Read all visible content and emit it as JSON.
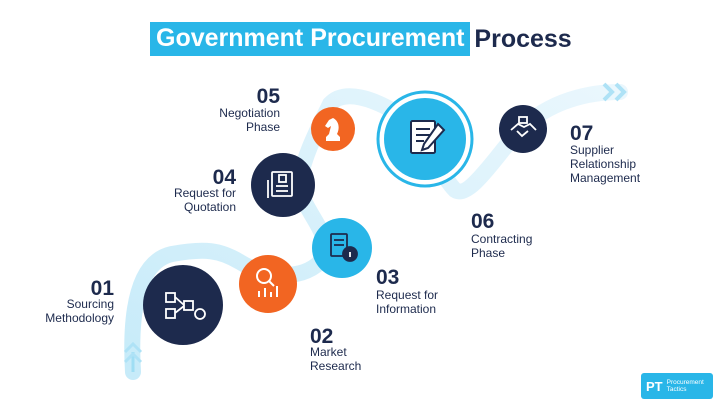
{
  "title": {
    "highlight": "Government Procurement",
    "rest": "Process"
  },
  "steps": [
    {
      "number": "01",
      "label": "Sourcing\nMethodology",
      "icon": "flowchart-icon",
      "color": "#1d2a4d"
    },
    {
      "number": "02",
      "label": "Market\nResearch",
      "icon": "magnifier-chart-icon",
      "color": "#f26522"
    },
    {
      "number": "03",
      "label": "Request for\nInformation",
      "icon": "document-info-icon",
      "color": "#29b6e8"
    },
    {
      "number": "04",
      "label": "Request for\nQuotation",
      "icon": "price-tag-document-icon",
      "color": "#1d2a4d"
    },
    {
      "number": "05",
      "label": "Negotiation\nPhase",
      "icon": "chess-knight-icon",
      "color": "#f26522"
    },
    {
      "number": "06",
      "label": "Contracting\nPhase",
      "icon": "contract-signing-icon",
      "color": "#29b6e8"
    },
    {
      "number": "07",
      "label": "Supplier\nRelationship\nManagement",
      "icon": "handshake-icon",
      "color": "#1d2a4d"
    }
  ],
  "colors": {
    "navy": "#1d2a4d",
    "orange": "#f26522",
    "blue": "#29b6e8",
    "path": "#d9f1fb"
  },
  "brand": {
    "mark": "PT",
    "name": "Procurement\nTactics"
  }
}
